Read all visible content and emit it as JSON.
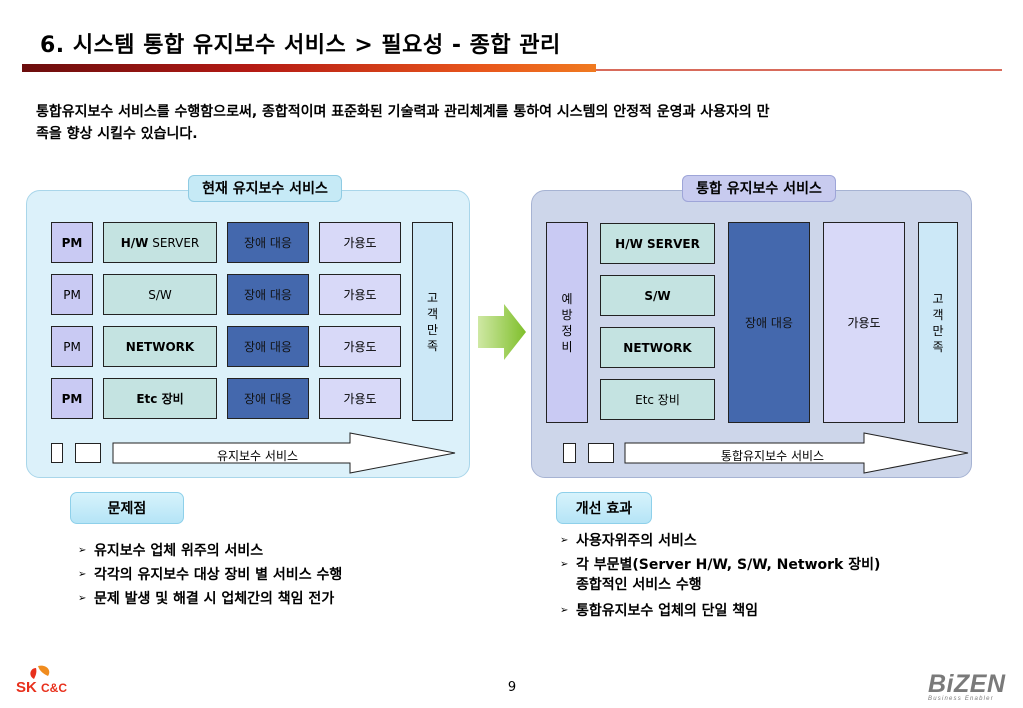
{
  "header": {
    "title": "6. 시스템 통합 유지보수 서비스 >  필요성 - 종합 관리"
  },
  "intro": {
    "line1": "통합유지보수 서비스를 수행함으로써, 종합적이며 표준화된 기술력과 관리체계를 통하여 시스템의 안정적 운영과 사용자의 만",
    "line2": "족을 향상 시킬수 있습니다."
  },
  "left_panel": {
    "title": "현재 유지보수 서비스",
    "rows": [
      {
        "pm": "PM",
        "system_bold": "H/W",
        "system_rest": " SERVER",
        "failure": "장애 대응",
        "availability": "가용도"
      },
      {
        "pm": "PM",
        "system": "S/W",
        "failure": "장애 대응",
        "availability": "가용도"
      },
      {
        "pm": "PM",
        "system": "NETWORK",
        "failure": "장애 대응",
        "availability": "가용도"
      },
      {
        "pm": "PM",
        "system": "Etc 장비",
        "failure": "장애 대응",
        "availability": "가용도"
      }
    ],
    "customer_chars": [
      "고",
      "객",
      "만",
      "족"
    ],
    "arrow_label": "유지보수 서비스"
  },
  "right_panel": {
    "title": "통합 유지보수 서비스",
    "prevention_chars": [
      "예",
      "방",
      "정",
      "비"
    ],
    "systems": [
      "H/W SERVER",
      "S/W",
      "NETWORK",
      "Etc 장비"
    ],
    "failure": "장애 대응",
    "availability": "가용도",
    "customer_chars": [
      "고",
      "객",
      "만",
      "족"
    ],
    "arrow_label": "통합유지보수 서비스"
  },
  "problems": {
    "label": "문제점",
    "items": [
      "유지보수 업체 위주의 서비스",
      "각각의 유지보수 대상 장비 별 서비스 수행",
      "문제 발생 및 해결 시 업체간의 책임 전가"
    ]
  },
  "improvements": {
    "label": "개선 효과",
    "items": [
      "사용자위주의 서비스",
      "각 부문별(Server H/W, S/W, Network 장비)",
      "종합적인 서비스 수행",
      "통합유지보수 업체의 단일 책임"
    ]
  },
  "footer": {
    "page_number": "9",
    "logo_left_sk": "SK",
    "logo_left_cc": "C&C",
    "logo_right": "BiZEN",
    "logo_right_tagline": "Business Enabler"
  },
  "colors": {
    "failure_blue": "#4468ad",
    "pm_lavender": "#c9caf3",
    "system_teal": "#c4e3e1",
    "green_arrow": "#8cc63f",
    "title_bar_red": "#b41a14"
  }
}
